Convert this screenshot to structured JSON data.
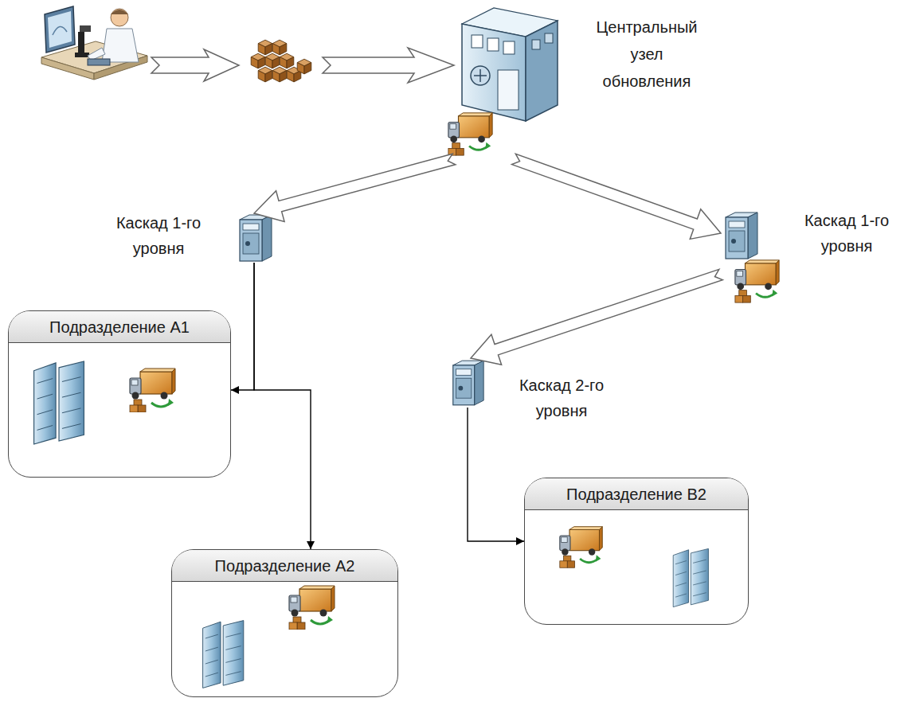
{
  "diagram": {
    "nodes": [
      {
        "text": [
          "Центральный узел обновления"
        ]
      },
      {
        "text": [
          "Каскад 1-го уровня"
        ]
      },
      {
        "text": [
          "Каскад 1-го уровня"
        ]
      },
      {
        "text": [
          "Каскад 2-го уровня"
        ]
      },
      {
        "text": [
          "Подразделение A1"
        ]
      },
      {
        "text": [
          "Подразделение A2"
        ]
      },
      {
        "text": [
          "Подразделение B2"
        ]
      }
    ],
    "edges": [
      {
        "from": 0,
        "to": 1,
        "arrow": "to"
      },
      {
        "from": 0,
        "to": 2,
        "arrow": "to"
      },
      {
        "from": 2,
        "to": 3,
        "arrow": "to"
      },
      {
        "from": 1,
        "to": 4,
        "arrow": "to"
      },
      {
        "from": 1,
        "to": 5,
        "arrow": "to"
      },
      {
        "from": 3,
        "to": 6,
        "arrow": "to"
      }
    ]
  }
}
